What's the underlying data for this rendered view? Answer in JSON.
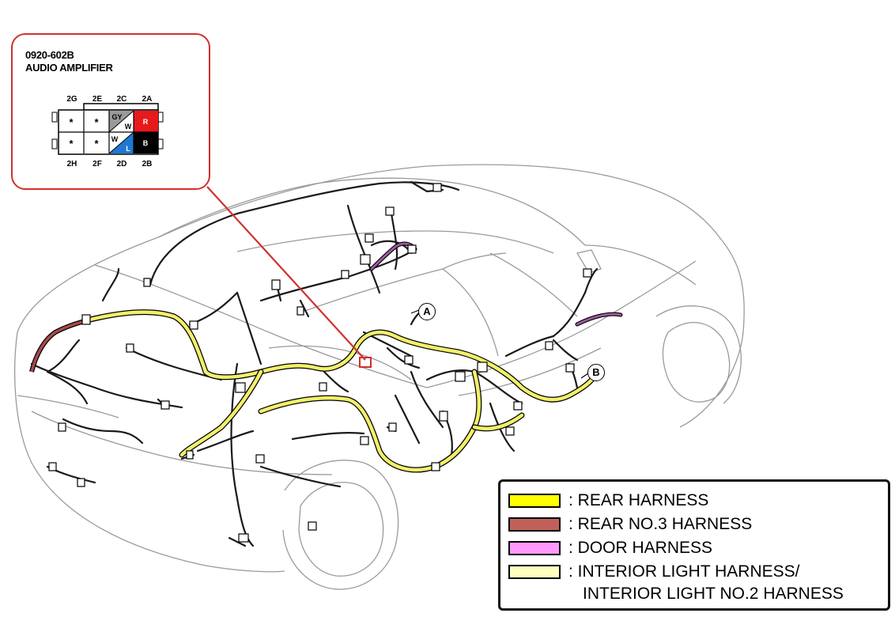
{
  "connector": {
    "code": "0920-602B",
    "name": "AUDIO AMPLIFIER",
    "top_pins": [
      "2G",
      "2E",
      "2C",
      "2A"
    ],
    "bottom_pins": [
      "2H",
      "2F",
      "2D",
      "2B"
    ],
    "cells": {
      "r1c1": "*",
      "r1c2": "*",
      "r1c3_top": "GY",
      "r1c3_bot": "W",
      "r1c4": "R",
      "r2c1": "*",
      "r2c2": "*",
      "r2c3_top": "W",
      "r2c3_bot": "L",
      "r2c4": "B"
    },
    "wire_colors": {
      "gray": "#9a9a9a",
      "red": "#e8191b",
      "blue": "#1f78d1",
      "black": "#000000"
    }
  },
  "markers": {
    "a": "A",
    "b": "B"
  },
  "legend": [
    {
      "label": ": REAR HARNESS",
      "color": "#ffff00"
    },
    {
      "label": ": REAR NO.3 HARNESS",
      "color": "#c1605a"
    },
    {
      "label": ": DOOR HARNESS",
      "color": "#ff99ff"
    },
    {
      "label": ": INTERIOR LIGHT HARNESS/",
      "color": "#ffffc0"
    }
  ],
  "legend_line2": "INTERIOR LIGHT NO.2 HARNESS",
  "colors": {
    "callout_line": "#d0312d",
    "rear_harness": "#f2ef6a",
    "rear_no3_harness": "#a84a4a",
    "door_harness": "#a05aa0",
    "car_outline": "#9a9a9a"
  }
}
